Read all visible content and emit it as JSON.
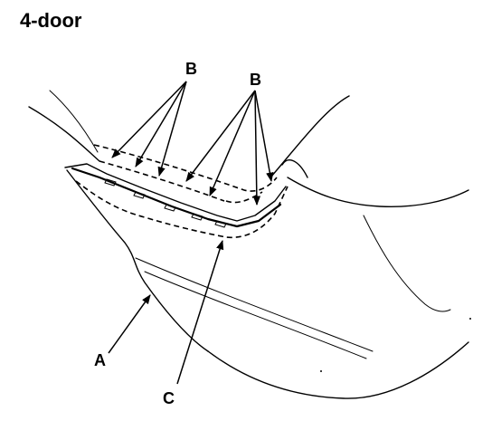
{
  "title": "4-door",
  "callouts": {
    "B_left": "B",
    "B_right": "B",
    "A": "A",
    "C": "C"
  }
}
